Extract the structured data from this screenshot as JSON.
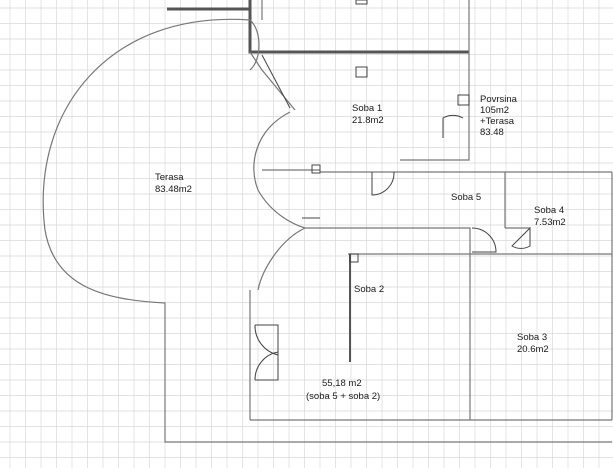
{
  "plan": {
    "rooms": [
      {
        "id": "terasa",
        "lines": [
          "Terasa",
          "83.48m2"
        ]
      },
      {
        "id": "soba1",
        "lines": [
          "Soba 1",
          "21.8m2"
        ]
      },
      {
        "id": "povrsina",
        "lines": [
          "Povrsina",
          "105m2",
          "+Terasa",
          "83.48"
        ]
      },
      {
        "id": "soba5",
        "lines": [
          "Soba 5"
        ]
      },
      {
        "id": "soba4",
        "lines": [
          "Soba 4",
          "7.53m2"
        ]
      },
      {
        "id": "soba2",
        "lines": [
          "Soba 2"
        ]
      },
      {
        "id": "soba3",
        "lines": [
          "Soba 3",
          "20.6m2"
        ]
      },
      {
        "id": "combined",
        "lines": [
          "55,18 m2",
          "(soba 5 + soba 2)"
        ]
      }
    ],
    "colors": {
      "grid": "#d9d9d9",
      "wall": "#555555",
      "wall_thick": "#666666",
      "background": "#ffffff"
    }
  }
}
